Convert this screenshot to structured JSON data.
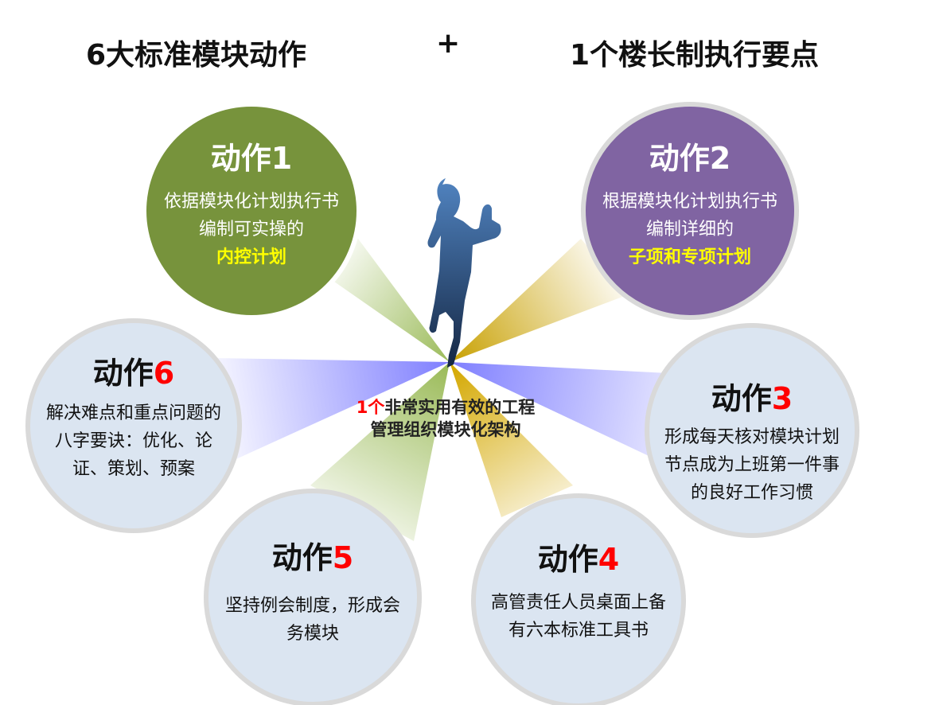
{
  "header": {
    "left_title": "6大标准模块动作",
    "plus": "+",
    "right_title": "1个楼长制执行要点"
  },
  "center": {
    "prefix": "1个",
    "line1": "非常实用有效的工程",
    "line2": "管理组织模块化架构"
  },
  "actions": [
    {
      "label": "动作",
      "num": "1",
      "desc": "依据模块化计划执行书编制可实操的",
      "highlight": "内控计划"
    },
    {
      "label": "动作",
      "num": "2",
      "desc": "根据模块化计划执行书编制详细的",
      "highlight": "子项和专项计划"
    },
    {
      "label": "动作",
      "num": "3",
      "desc": "形成每天核对模块计划节点成为上班第一件事的良好工作习惯"
    },
    {
      "label": "动作",
      "num": "4",
      "desc": "高管责任人员桌面上备有六本标准工具书"
    },
    {
      "label": "动作",
      "num": "5",
      "desc": "坚持例会制度，形成会务模块"
    },
    {
      "label": "动作",
      "num": "6",
      "desc": "解决难点和重点问题的八字要诀：优化、论证、策划、预案"
    }
  ],
  "colors": {
    "green": "#77933c",
    "purple": "#8064a2",
    "light": "#dbe5f1",
    "accent": "#ff0000",
    "highlight": "#ffff00"
  }
}
